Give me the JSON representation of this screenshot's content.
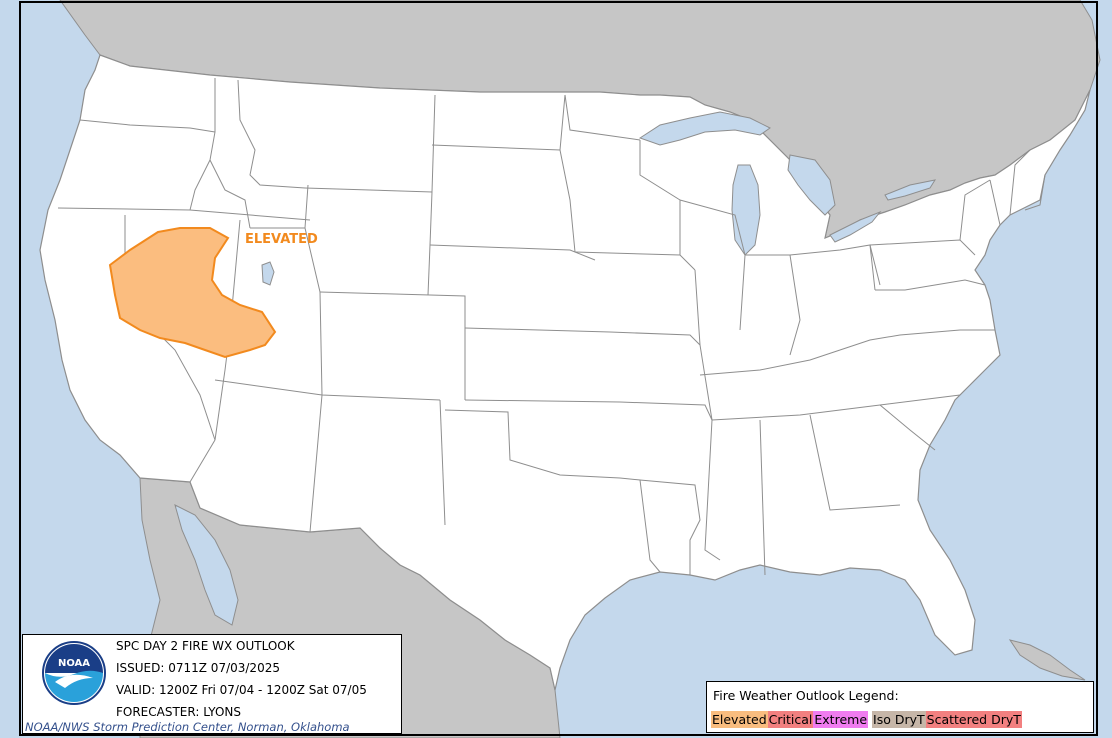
{
  "product": {
    "title": "SPC DAY 2 FIRE WX OUTLOOK",
    "issued": "ISSUED: 0711Z 07/03/2025",
    "valid": "VALID: 1200Z Fri 07/04 - 1200Z Sat 07/05",
    "forecaster": "FORECASTER: LYONS",
    "credit": "NOAA/NWS Storm Prediction Center, Norman, Oklahoma"
  },
  "logo": {
    "text": "NOAA",
    "icon": "noaa-logo"
  },
  "map_labels": {
    "elevated": {
      "text": "ELEVATED",
      "color": "#f28a1e"
    }
  },
  "legend": {
    "title": "Fire Weather Outlook Legend:",
    "items": [
      {
        "label": "Elevated",
        "color": "#f9bd7f"
      },
      {
        "label": "Critical",
        "color": "#f28080"
      },
      {
        "label": "Extreme",
        "color": "#f07cf0"
      },
      {
        "label": "Iso DryT",
        "color": "#c6b6a8"
      },
      {
        "label": "Scattered DryT",
        "color": "#f28080"
      }
    ]
  },
  "colors": {
    "water": "#c4d8ec",
    "foreign_land": "#c6c6c6",
    "conus_land": "#ffffff",
    "boundaries": "#8e8e8e",
    "elevated_fill": "#fbbd7f",
    "elevated_outline": "#f28a1e"
  }
}
